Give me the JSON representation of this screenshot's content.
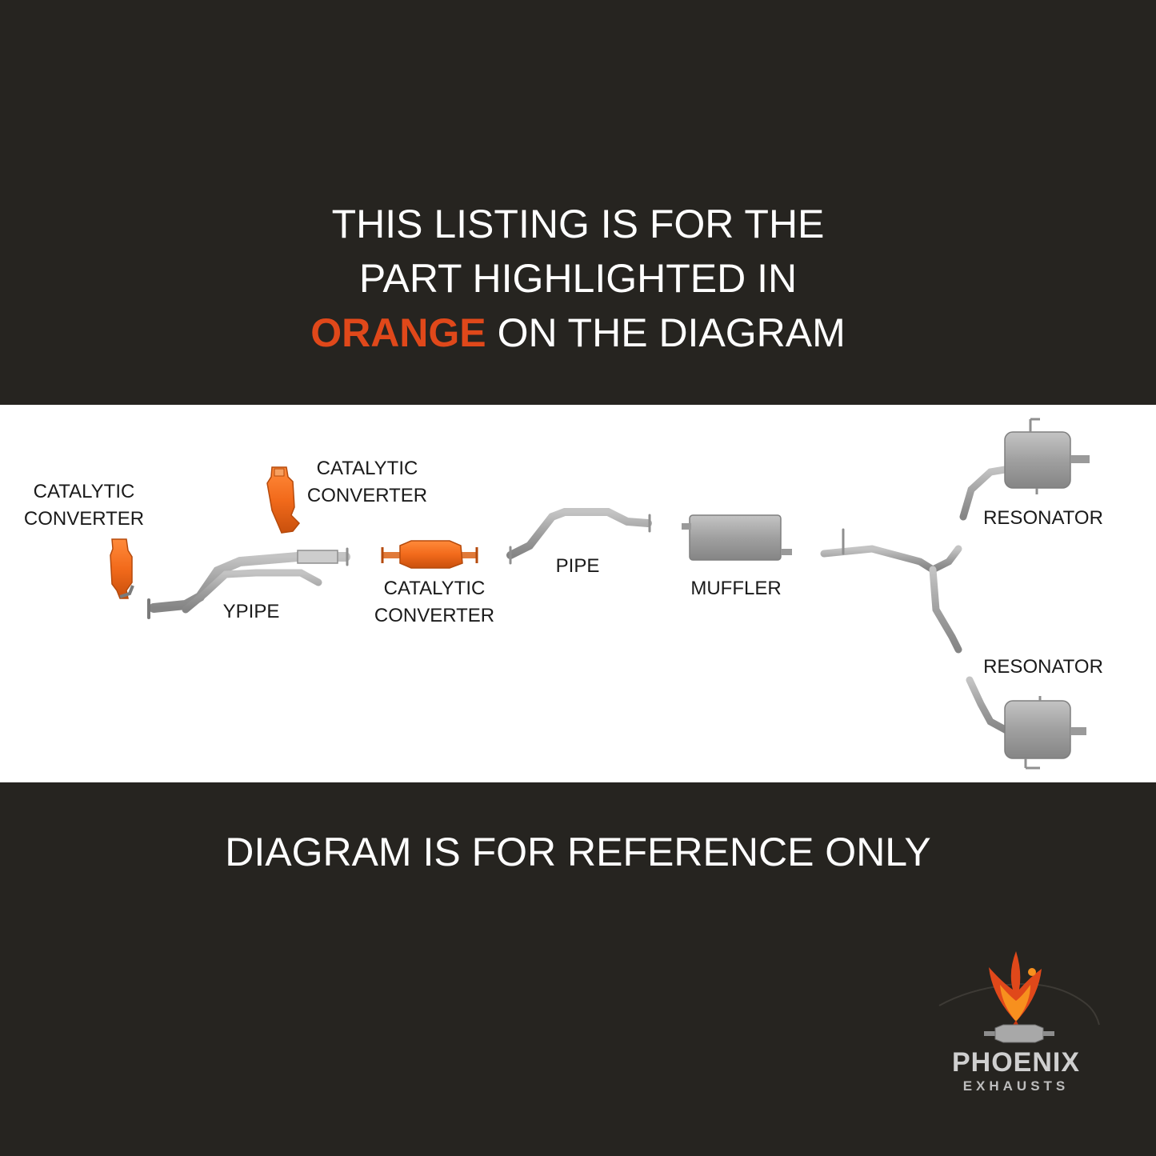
{
  "headline": {
    "line1": "THIS LISTING IS FOR THE",
    "line2": "PART HIGHLIGHTED IN",
    "accent_word": "ORANGE",
    "line3_rest": " ON THE DIAGRAM"
  },
  "labels": {
    "cat_left": [
      "CATALYTIC",
      "CONVERTER"
    ],
    "cat_top": [
      "CATALYTIC",
      "CONVERTER"
    ],
    "ypipe": "YPIPE",
    "cat_mid": [
      "CATALYTIC",
      "CONVERTER"
    ],
    "pipe": "PIPE",
    "muffler": "MUFFLER",
    "resonator_top": "RESONATOR",
    "resonator_bottom": "RESONATOR"
  },
  "footer_note": "DIAGRAM IS FOR REFERENCE ONLY",
  "logo": {
    "name": "PHOENIX",
    "sub": "EXHAUSTS"
  },
  "colors": {
    "background": "#262420",
    "accent": "#e0481a",
    "highlight_part": "#f26a1b",
    "part_gray": "#a4a4a4"
  },
  "icons": [
    "phoenix-bird-icon",
    "catalytic-converter-icon",
    "car-silhouette-icon"
  ]
}
